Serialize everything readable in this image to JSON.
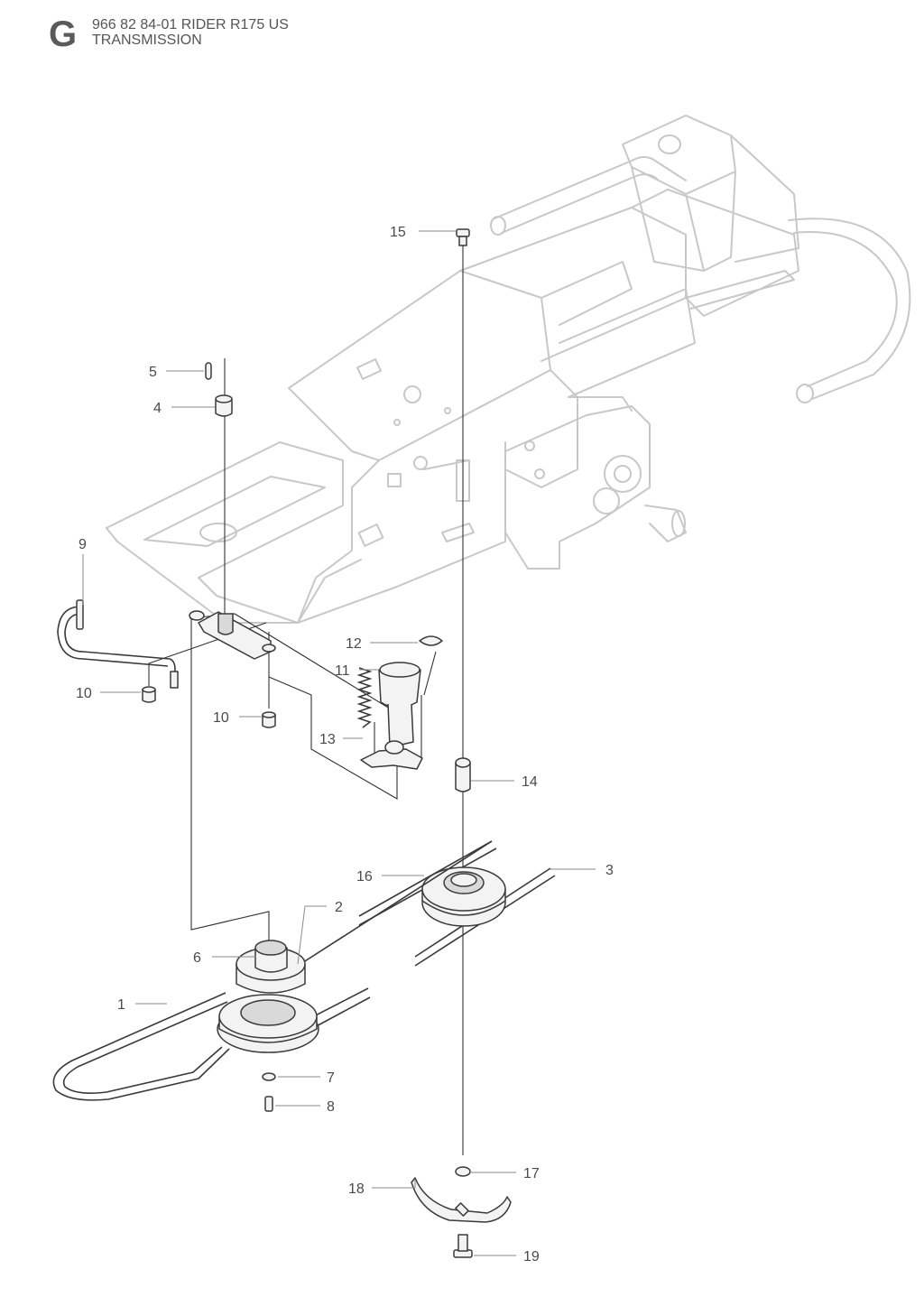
{
  "header": {
    "section_letter": "G",
    "model_line": "966 82 84-01 RIDER R175 US",
    "section_title": "TRANSMISSION"
  },
  "callouts": {
    "c1": "1",
    "c2": "2",
    "c3": "3",
    "c4": "4",
    "c5": "5",
    "c6": "6",
    "c7": "7",
    "c8": "8",
    "c9": "9",
    "c10a": "10",
    "c10b": "10",
    "c11": "11",
    "c12": "12",
    "c13": "13",
    "c14": "14",
    "c15": "15",
    "c16": "16",
    "c17": "17",
    "c18": "18",
    "c19": "19"
  }
}
